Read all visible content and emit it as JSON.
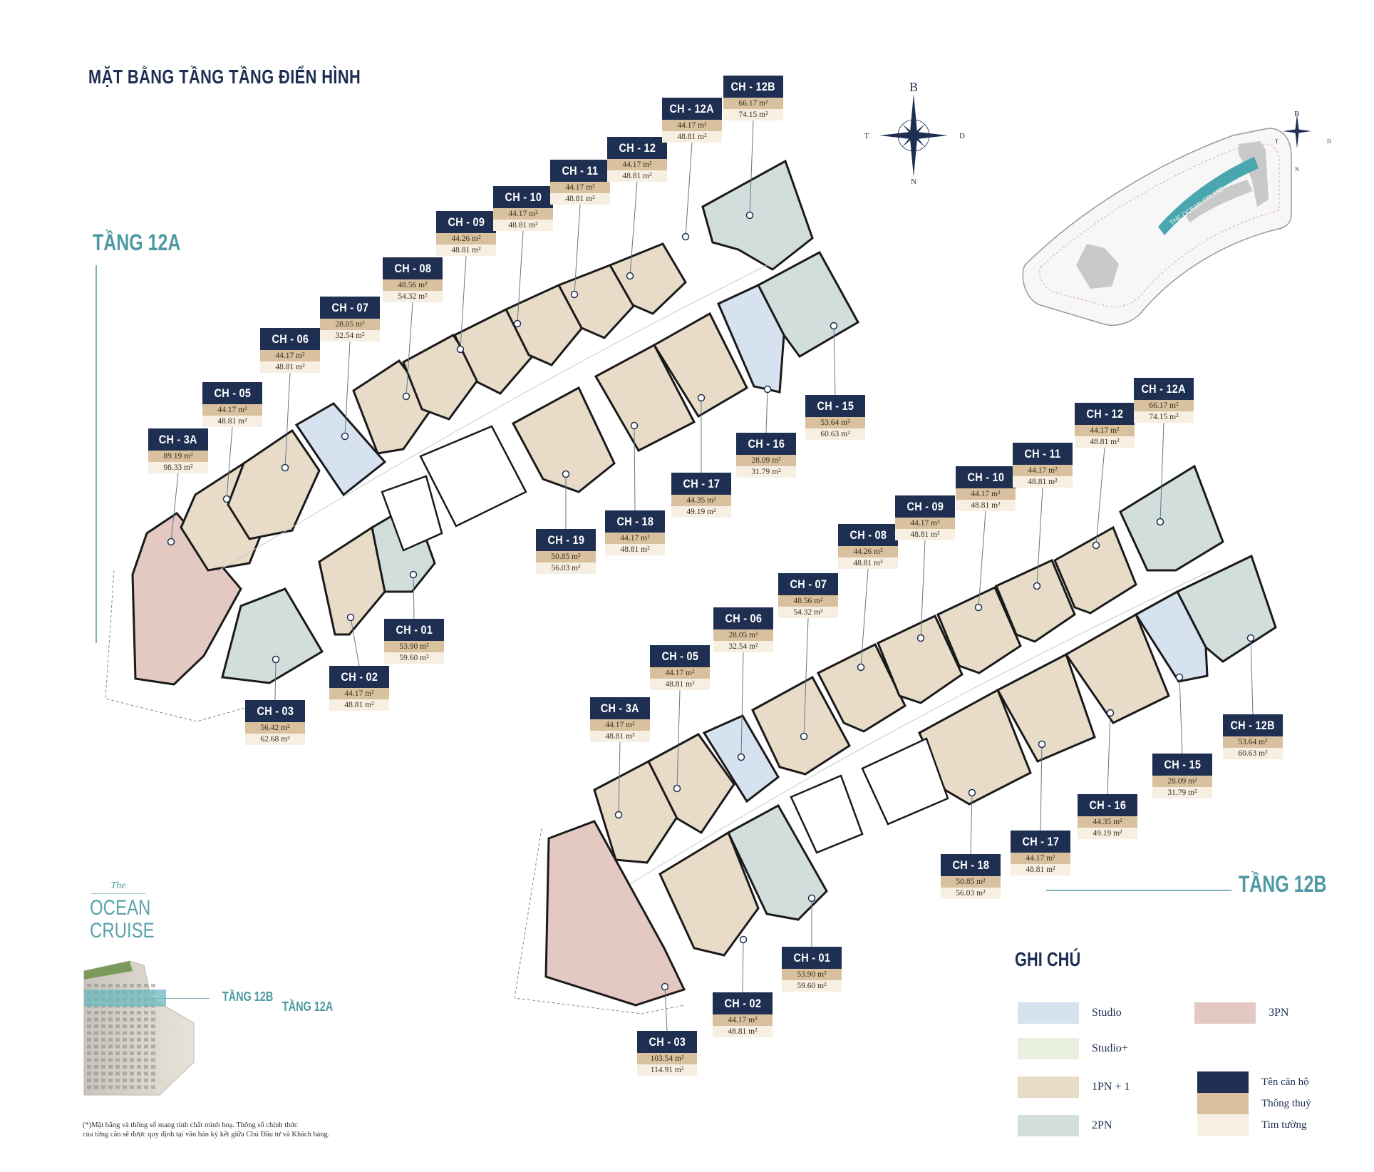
{
  "title": "MẶT BẰNG TẦNG TẦNG ĐIỂN HÌNH",
  "floor_a": {
    "label": "TẦNG 12A",
    "units": [
      {
        "name": "CH - 3A",
        "a1": "89.19 m²",
        "a2": "98.33 m²",
        "fill": "#e3c9c2"
      },
      {
        "name": "CH - 05",
        "a1": "44.17 m²",
        "a2": "48.81 m²",
        "fill": "#e8dcc8"
      },
      {
        "name": "CH - 06",
        "a1": "44.17 m²",
        "a2": "48.81 m²",
        "fill": "#e8dcc8"
      },
      {
        "name": "CH - 07",
        "a1": "28.05 m²",
        "a2": "32.54 m²",
        "fill": "#d6e2ef"
      },
      {
        "name": "CH - 08",
        "a1": "48.56 m²",
        "a2": "54.32 m²",
        "fill": "#e8dcc8"
      },
      {
        "name": "CH - 09",
        "a1": "44.26 m²",
        "a2": "48.81 m²",
        "fill": "#e8dcc8"
      },
      {
        "name": "CH - 10",
        "a1": "44.17 m²",
        "a2": "48.81 m²",
        "fill": "#e8dcc8"
      },
      {
        "name": "CH - 11",
        "a1": "44.17 m²",
        "a2": "48.81 m²",
        "fill": "#e8dcc8"
      },
      {
        "name": "CH - 12",
        "a1": "44.17 m²",
        "a2": "48.81 m²",
        "fill": "#e8dcc8"
      },
      {
        "name": "CH - 12A",
        "a1": "44.17 m²",
        "a2": "48.81 m²",
        "fill": "#e8dcc8"
      },
      {
        "name": "CH - 12B",
        "a1": "66.17 m²",
        "a2": "74.15 m²",
        "fill": "#d2dedb"
      },
      {
        "name": "CH - 15",
        "a1": "53.64 m²",
        "a2": "60.63 m²",
        "fill": "#d2dedb"
      },
      {
        "name": "CH - 16",
        "a1": "28.09 m²",
        "a2": "31.79 m²",
        "fill": "#d6e2ef"
      },
      {
        "name": "CH - 17",
        "a1": "44.35 m²",
        "a2": "49.19 m²",
        "fill": "#e8dcc8"
      },
      {
        "name": "CH - 18",
        "a1": "44.17 m²",
        "a2": "48.81 m²",
        "fill": "#e8dcc8"
      },
      {
        "name": "CH - 19",
        "a1": "50.85 m²",
        "a2": "56.03 m²",
        "fill": "#e8dcc8"
      },
      {
        "name": "CH - 01",
        "a1": "53.90 m²",
        "a2": "59.60 m²",
        "fill": "#d2dedb"
      },
      {
        "name": "CH - 02",
        "a1": "44.17 m²",
        "a2": "48.81 m²",
        "fill": "#e8dcc8"
      },
      {
        "name": "CH - 03",
        "a1": "56.42 m²",
        "a2": "62.68 m²",
        "fill": "#d2dedb"
      }
    ]
  },
  "floor_b": {
    "label": "TẦNG 12B",
    "units": [
      {
        "name": "CH - 3A",
        "a1": "44.17 m²",
        "a2": "48.81 m²",
        "fill": "#e8dcc8"
      },
      {
        "name": "CH - 05",
        "a1": "44.17 m²",
        "a2": "48.81 m²",
        "fill": "#e8dcc8"
      },
      {
        "name": "CH - 06",
        "a1": "28.05 m²",
        "a2": "32.54 m²",
        "fill": "#d6e2ef"
      },
      {
        "name": "CH - 07",
        "a1": "48.56 m²",
        "a2": "54.32 m²",
        "fill": "#e8dcc8"
      },
      {
        "name": "CH - 08",
        "a1": "44.26 m²",
        "a2": "48.81 m²",
        "fill": "#e8dcc8"
      },
      {
        "name": "CH - 09",
        "a1": "44.17 m²",
        "a2": "48.81 m²",
        "fill": "#e8dcc8"
      },
      {
        "name": "CH - 10",
        "a1": "44.17 m²",
        "a2": "48.81 m²",
        "fill": "#e8dcc8"
      },
      {
        "name": "CH - 11",
        "a1": "44.17 m²",
        "a2": "48.81 m²",
        "fill": "#e8dcc8"
      },
      {
        "name": "CH - 12",
        "a1": "44.17 m²",
        "a2": "48.81 m²",
        "fill": "#e8dcc8"
      },
      {
        "name": "CH - 12A",
        "a1": "66.17 m²",
        "a2": "74.15 m²",
        "fill": "#d2dedb"
      },
      {
        "name": "CH - 12B",
        "a1": "53.64 m²",
        "a2": "60.63 m²",
        "fill": "#d2dedb"
      },
      {
        "name": "CH - 15",
        "a1": "28.09 m²",
        "a2": "31.79 m²",
        "fill": "#d6e2ef"
      },
      {
        "name": "CH - 16",
        "a1": "44.35 m²",
        "a2": "49.19 m²",
        "fill": "#e8dcc8"
      },
      {
        "name": "CH - 17",
        "a1": "44.17 m²",
        "a2": "48.81 m²",
        "fill": "#e8dcc8"
      },
      {
        "name": "CH - 18",
        "a1": "50.85 m²",
        "a2": "56.03 m²",
        "fill": "#e8dcc8"
      },
      {
        "name": "CH - 01",
        "a1": "53.90 m²",
        "a2": "59.60 m²",
        "fill": "#d2dedb"
      },
      {
        "name": "CH - 02",
        "a1": "44.17 m²",
        "a2": "48.81 m²",
        "fill": "#e8dcc8"
      },
      {
        "name": "CH - 03",
        "a1": "103.54 m²",
        "a2": "114.91 m²",
        "fill": "#e3c9c2"
      }
    ]
  },
  "compass": {
    "n": "B",
    "s": "N",
    "w": "T",
    "e": "D"
  },
  "site_label": "THE OCEAN CRUISE",
  "legend": {
    "title": "GHI CHÚ",
    "types": [
      {
        "label": "Studio",
        "color": "#d6e2ef"
      },
      {
        "label": "Studio+",
        "color": "#eaf0de"
      },
      {
        "label": "1PN + 1",
        "color": "#e8dcc8"
      },
      {
        "label": "2PN",
        "color": "#d2dedb"
      },
      {
        "label": "3PN",
        "color": "#e3c9c2"
      }
    ],
    "keys": [
      {
        "label": "Tên căn hộ",
        "color": "#1f2f52"
      },
      {
        "label": "Thông thuỷ",
        "color": "#d9c19f"
      },
      {
        "label": "Tim tường",
        "color": "#f6efe2"
      }
    ]
  },
  "brand": {
    "the": "The",
    "line1": "OCEAN",
    "line2": "CRUISE"
  },
  "building": {
    "lbl_b": "TẦNG 12B",
    "lbl_a": "TẦNG 12A"
  },
  "footnote": {
    "line1": "(*)Mặt bằng và thông số mang tính chất minh hoạ. Thông số chính thức",
    "line2": "của từng căn sẽ được quy định tại văn bản ký kết giữa Chủ Đầu tư và Khách hàng."
  }
}
